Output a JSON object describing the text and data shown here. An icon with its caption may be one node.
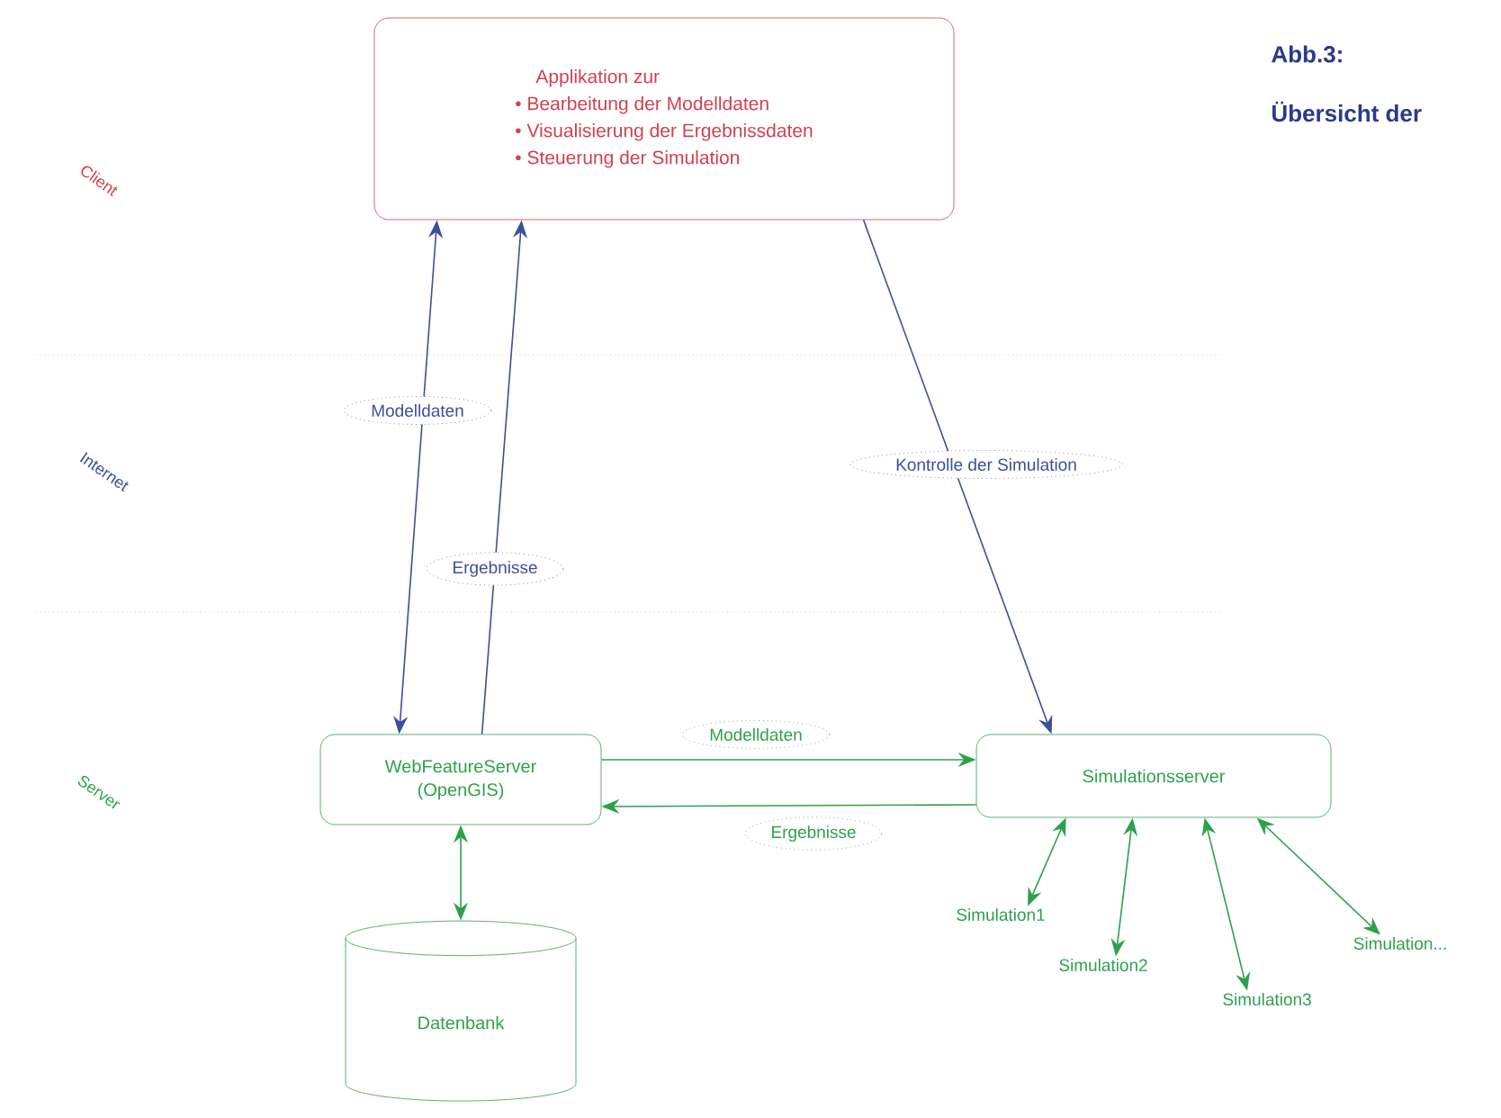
{
  "diagram": {
    "nodes": [
      {
        "text": [
          "Applikation zur",
          "• Bearbeitung der Modelldaten",
          "• Visualisierung der Ergebnissdaten",
          "• Steuerung der Simulation"
        ]
      },
      {
        "text": [
          "WebFeatureServer (OpenGIS)"
        ]
      },
      {
        "text": [
          "Simulationsserver"
        ]
      },
      {
        "text": [
          "Datenbank"
        ]
      },
      {
        "text": [
          "Simulation1"
        ]
      },
      {
        "text": [
          "Simulation2"
        ]
      },
      {
        "text": [
          "Simulation3"
        ]
      },
      {
        "text": [
          "Simulation..."
        ]
      }
    ],
    "edges": [
      {
        "from": 1,
        "to": 0,
        "arrow": "both",
        "label": "Modelldaten",
        "color": "#3c4f9c"
      },
      {
        "from": 1,
        "to": 0,
        "arrow": "to",
        "label": "Ergebnisse",
        "color": "#3c4f9c"
      },
      {
        "from": 0,
        "to": 2,
        "arrow": "to",
        "label": "Kontrolle der Simulation",
        "color": "#3c4f9c"
      },
      {
        "from": 1,
        "to": 2,
        "arrow": "to",
        "label": "Modelldaten"
      },
      {
        "from": 2,
        "to": 1,
        "arrow": "to",
        "label": "Ergebnisse"
      },
      {
        "from": 1,
        "to": 3,
        "arrow": "both"
      },
      {
        "from": 2,
        "to": 4,
        "arrow": "both"
      },
      {
        "from": 2,
        "to": 5,
        "arrow": "both"
      },
      {
        "from": 2,
        "to": 6,
        "arrow": "both"
      },
      {
        "from": 2,
        "to": 7,
        "arrow": "both"
      }
    ],
    "labels": [
      "Abb.3:",
      "Übersicht der",
      "Client",
      "Internet",
      "Server"
    ]
  }
}
